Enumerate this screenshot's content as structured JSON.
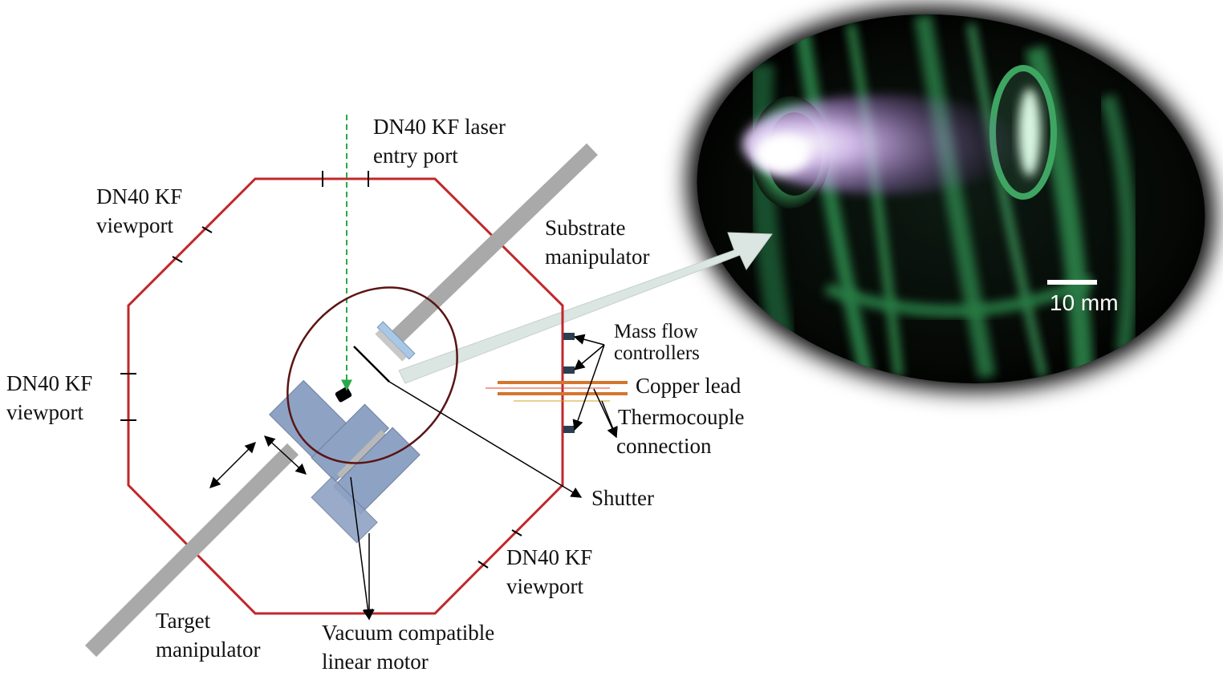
{
  "labels": {
    "laser_port_line1": "DN40 KF laser",
    "laser_port_line2": "entry port",
    "viewport_top_left_line1": "DN40 KF",
    "viewport_top_left_line2": "viewport",
    "viewport_left_line1": "DN40 KF",
    "viewport_left_line2": "viewport",
    "viewport_bottom_right_line1": "DN40 KF",
    "viewport_bottom_right_line2": "viewport",
    "substrate_line1": "Substrate",
    "substrate_line2": "manipulator",
    "mass_flow_line1": "Mass flow",
    "mass_flow_line2": "controllers",
    "copper_lead": "Copper lead",
    "thermocouple_line1": "Thermocouple",
    "thermocouple_line2": "connection",
    "shutter": "Shutter",
    "target_line1": "Target",
    "target_line2": "manipulator",
    "motor_line1": "Vacuum compatible",
    "motor_line2": "linear motor"
  },
  "photo": {
    "scale_bar_label": "10 mm"
  },
  "colors": {
    "chamber_wall": "#c0282a",
    "laser_beam": "#2aa84a",
    "rod": "#a9a9a9",
    "callout_ellipse": "#5a1414",
    "big_arrow": "#dbe5e2",
    "copper": "#d4762e",
    "motor_body": "#8ea3c4",
    "substrate_holder": "#a9c7e6",
    "plasma": "#d8b8f0"
  }
}
